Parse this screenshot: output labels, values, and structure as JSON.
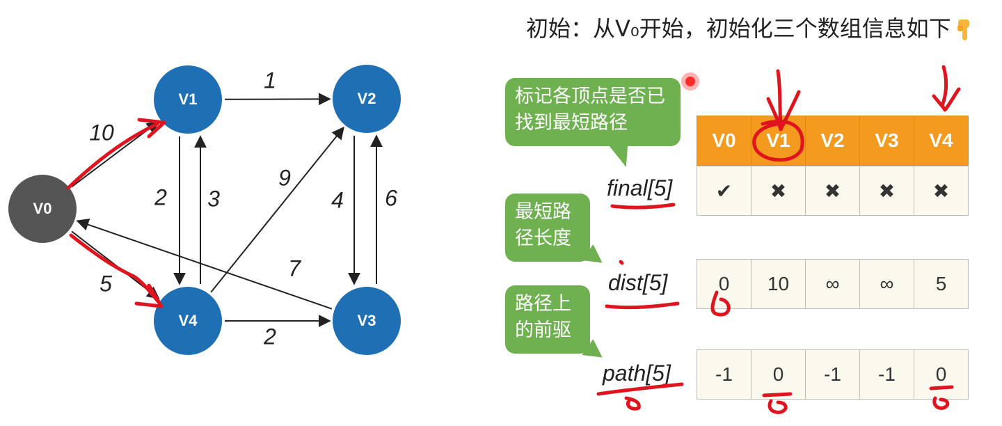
{
  "heading": {
    "text": "初始：从V₀开始，初始化三个数组信息如下",
    "pointer_icon": "hand-pointing-down-icon"
  },
  "graph": {
    "nodes": [
      {
        "id": "V0",
        "label": "V0",
        "color": "#555555"
      },
      {
        "id": "V1",
        "label": "V1",
        "color": "#1f6fb5"
      },
      {
        "id": "V2",
        "label": "V2",
        "color": "#1f6fb5"
      },
      {
        "id": "V3",
        "label": "V3",
        "color": "#1f6fb5"
      },
      {
        "id": "V4",
        "label": "V4",
        "color": "#1f6fb5"
      }
    ],
    "edges": [
      {
        "from": "V0",
        "to": "V1",
        "weight": "10"
      },
      {
        "from": "V0",
        "to": "V4",
        "weight": "5"
      },
      {
        "from": "V1",
        "to": "V2",
        "weight": "1"
      },
      {
        "from": "V1",
        "to": "V4",
        "weight": "2"
      },
      {
        "from": "V4",
        "to": "V1",
        "weight": "3"
      },
      {
        "from": "V4",
        "to": "V2",
        "weight": "9"
      },
      {
        "from": "V2",
        "to": "V3",
        "weight": "4"
      },
      {
        "from": "V3",
        "to": "V2",
        "weight": "6"
      },
      {
        "from": "V3",
        "to": "V0",
        "weight": "7"
      },
      {
        "from": "V4",
        "to": "V3",
        "weight": "2"
      }
    ]
  },
  "bubbles": {
    "final_note": "标记各顶点是否已找到最短路径",
    "dist_note": "最短路径长度",
    "path_note": "路径上的前驱"
  },
  "table": {
    "headers": [
      "V0",
      "V1",
      "V2",
      "V3",
      "V4"
    ],
    "final_label": "final[5]",
    "final": [
      "✔",
      "✖",
      "✖",
      "✖",
      "✖"
    ],
    "dist_label": "dist[5]",
    "dist": [
      "0",
      "10",
      "∞",
      "∞",
      "5"
    ],
    "path_label": "path[5]",
    "path": [
      "-1",
      "0",
      "-1",
      "-1",
      "0"
    ]
  },
  "colors": {
    "header_bg": "#f39a1f",
    "cell_bg": "#fbf8ee",
    "bubble_bg": "#6fb151",
    "ink_red": "#e0141e",
    "cross_red": "#e02d2d"
  }
}
